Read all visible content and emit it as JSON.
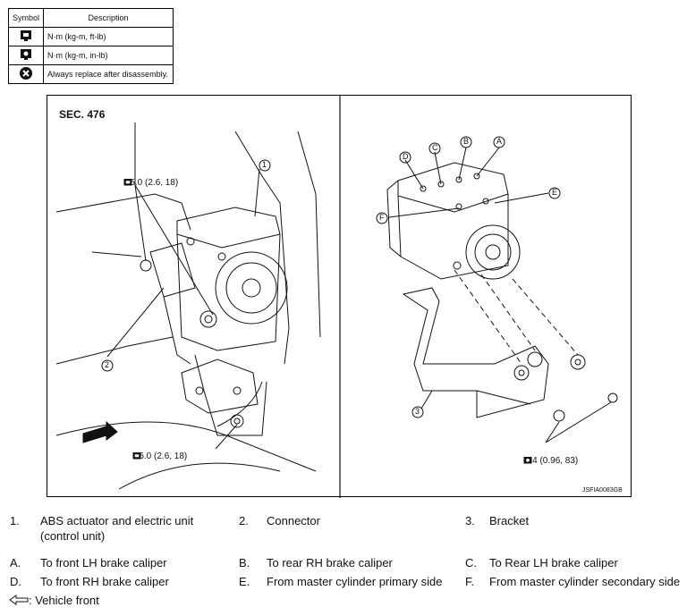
{
  "symbol_table": {
    "header_symbol": "Symbol",
    "header_description": "Description",
    "rows": [
      {
        "icon": "torque-wrench-icon",
        "description": "N·m (kg-m, ft-lb)"
      },
      {
        "icon": "torque-wrench-small-icon",
        "description": "N·m (kg-m, in-lb)"
      },
      {
        "icon": "always-replace-icon",
        "description": "Always replace after disassembly."
      }
    ]
  },
  "figure": {
    "section": "SEC. 476",
    "torque_1": "25.0 (2.6, 18)",
    "torque_2": "25.0 (2.6, 18)",
    "torque_3": "9.4 (0.96, 83)",
    "callouts_left": [
      "1",
      "2"
    ],
    "callouts_right": [
      "3",
      "A",
      "B",
      "C",
      "D",
      "E",
      "F"
    ],
    "code": "JSFIA0083GB"
  },
  "legend": {
    "items": [
      {
        "num": "1.",
        "text": "ABS actuator and electric unit (control unit)"
      },
      {
        "num": "2.",
        "text": "Connector"
      },
      {
        "num": "3.",
        "text": "Bracket"
      },
      {
        "num": "A.",
        "text": "To front LH brake caliper"
      },
      {
        "num": "B.",
        "text": "To rear RH brake caliper"
      },
      {
        "num": "C.",
        "text": "To Rear LH brake caliper"
      },
      {
        "num": "D.",
        "text": "To front RH brake caliper"
      },
      {
        "num": "E.",
        "text": "From master cylinder primary side"
      },
      {
        "num": "F.",
        "text": "From master cylinder secondary side"
      }
    ],
    "vehicle_front": ": Vehicle front"
  }
}
